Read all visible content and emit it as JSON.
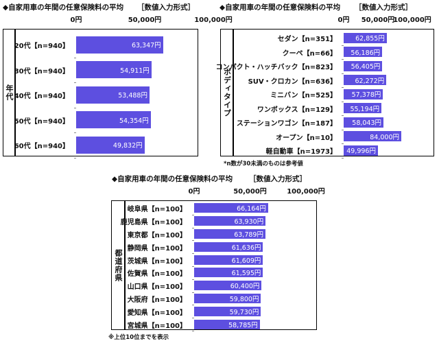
{
  "chart_data": [
    {
      "type": "bar",
      "orientation": "horizontal",
      "title": "◆自家用車の年間の任意保険料の平均",
      "subtitle": "［数値入力形式］",
      "group_label": "年代",
      "xlim": [
        0,
        100000
      ],
      "ticks": [
        "0円",
        "50,000円",
        "100,000円"
      ],
      "categories": [
        "20代【n=940】",
        "30代【n=940】",
        "40代【n=940】",
        "50代【n=940】",
        "60代【n=940】"
      ],
      "values": [
        63347,
        54911,
        53488,
        54354,
        49832
      ],
      "value_labels": [
        "63,347円",
        "54,911円",
        "53,488円",
        "54,354円",
        "49,832円"
      ],
      "note": ""
    },
    {
      "type": "bar",
      "orientation": "horizontal",
      "title": "◆自家用車の年間の任意保険料の平均",
      "subtitle": "［数値入力形式］",
      "group_label": "ボディタイプ",
      "xlim": [
        0,
        100000
      ],
      "ticks": [
        "0円",
        "50,000円",
        "100,000円"
      ],
      "categories": [
        "セダン【n=351】",
        "クーペ【n=66】",
        "コンパクト・ハッチバック【n=823】",
        "SUV・クロカン【n=636】",
        "ミニバン【n=525】",
        "ワンボックス【n=129】",
        "ステーションワゴン【n=187】",
        "オープン【n=10】",
        "軽自動車【n=1973】"
      ],
      "values": [
        62855,
        56186,
        56405,
        62272,
        57378,
        55194,
        58043,
        84000,
        49996
      ],
      "value_labels": [
        "62,855円",
        "56,186円",
        "56,405円",
        "62,272円",
        "57,378円",
        "55,194円",
        "58,043円",
        "84,000円",
        "49,996円"
      ],
      "note": "*n数が30未満のものは参考値"
    },
    {
      "type": "bar",
      "orientation": "horizontal",
      "title": "◆自家用車の年間の任意保険料の平均",
      "subtitle": "［数値入力形式］",
      "group_label": "都道府県",
      "xlim": [
        0,
        100000
      ],
      "ticks": [
        "0円",
        "50,000円",
        "100,000円"
      ],
      "categories": [
        "岐阜県【n=100】",
        "鹿児島県【n=100】",
        "東京都【n=100】",
        "静岡県【n=100】",
        "茨城県【n=100】",
        "佐賀県【n=100】",
        "山口県【n=100】",
        "大阪府【n=100】",
        "愛知県【n=100】",
        "宮城県【n=100】"
      ],
      "values": [
        66164,
        63930,
        63789,
        61636,
        61609,
        61595,
        60400,
        59800,
        59730,
        58785
      ],
      "value_labels": [
        "66,164円",
        "63,930円",
        "63,789円",
        "61,636円",
        "61,609円",
        "61,595円",
        "60,400円",
        "59,800円",
        "59,730円",
        "58,785円"
      ],
      "note": "※上位10位までを表示"
    }
  ],
  "colors": {
    "bar": "#5d4fe0",
    "value_text": "#ffffff",
    "frame": "#000000"
  }
}
